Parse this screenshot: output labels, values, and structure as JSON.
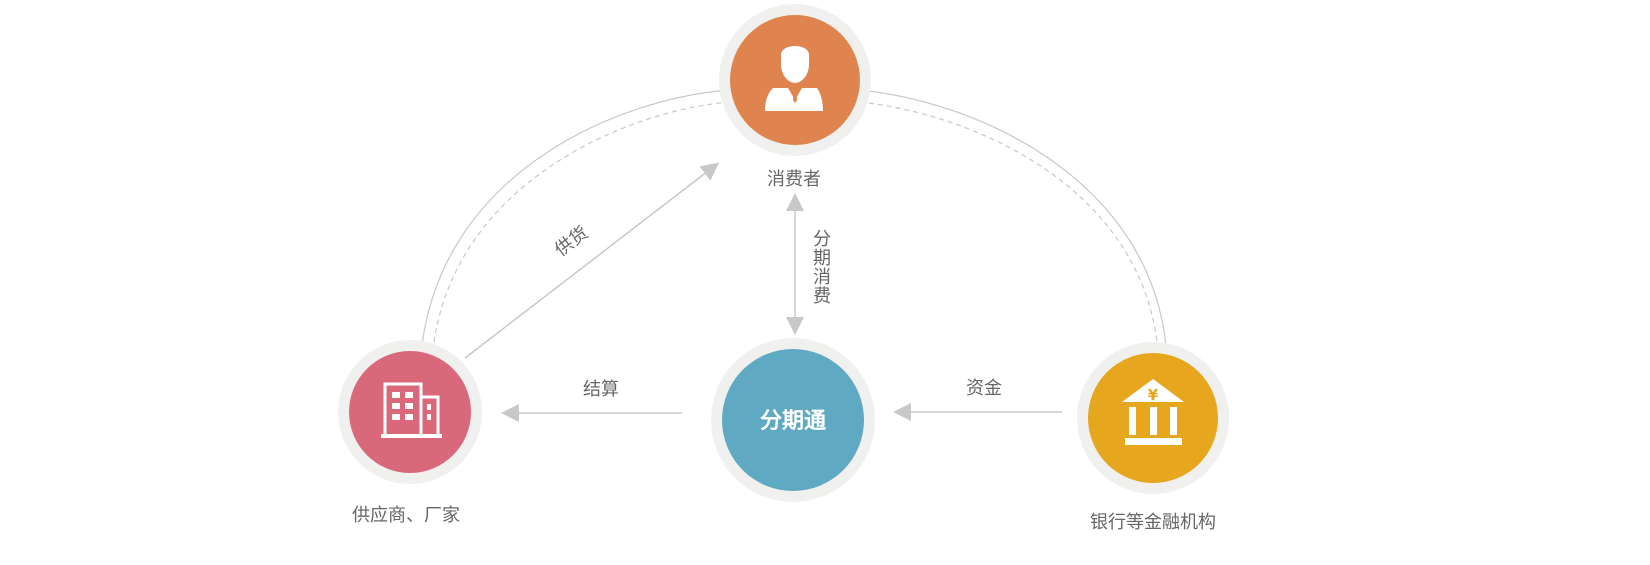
{
  "nodes": {
    "consumer": {
      "label": "消费者",
      "color": "#DF844E",
      "icon": "person-icon"
    },
    "supplier": {
      "label": "供应商、厂家",
      "color": "#D9697A",
      "icon": "building-icon"
    },
    "center": {
      "label": "分期通",
      "color": "#5FA9C3"
    },
    "bank": {
      "label": "银行等金融机构",
      "color": "#E6A61E",
      "icon": "bank-yuan-icon"
    }
  },
  "edges": {
    "supply": "供货",
    "installment": [
      "分",
      "期",
      "消",
      "费"
    ],
    "settlement": "结算",
    "funds": "资金"
  }
}
